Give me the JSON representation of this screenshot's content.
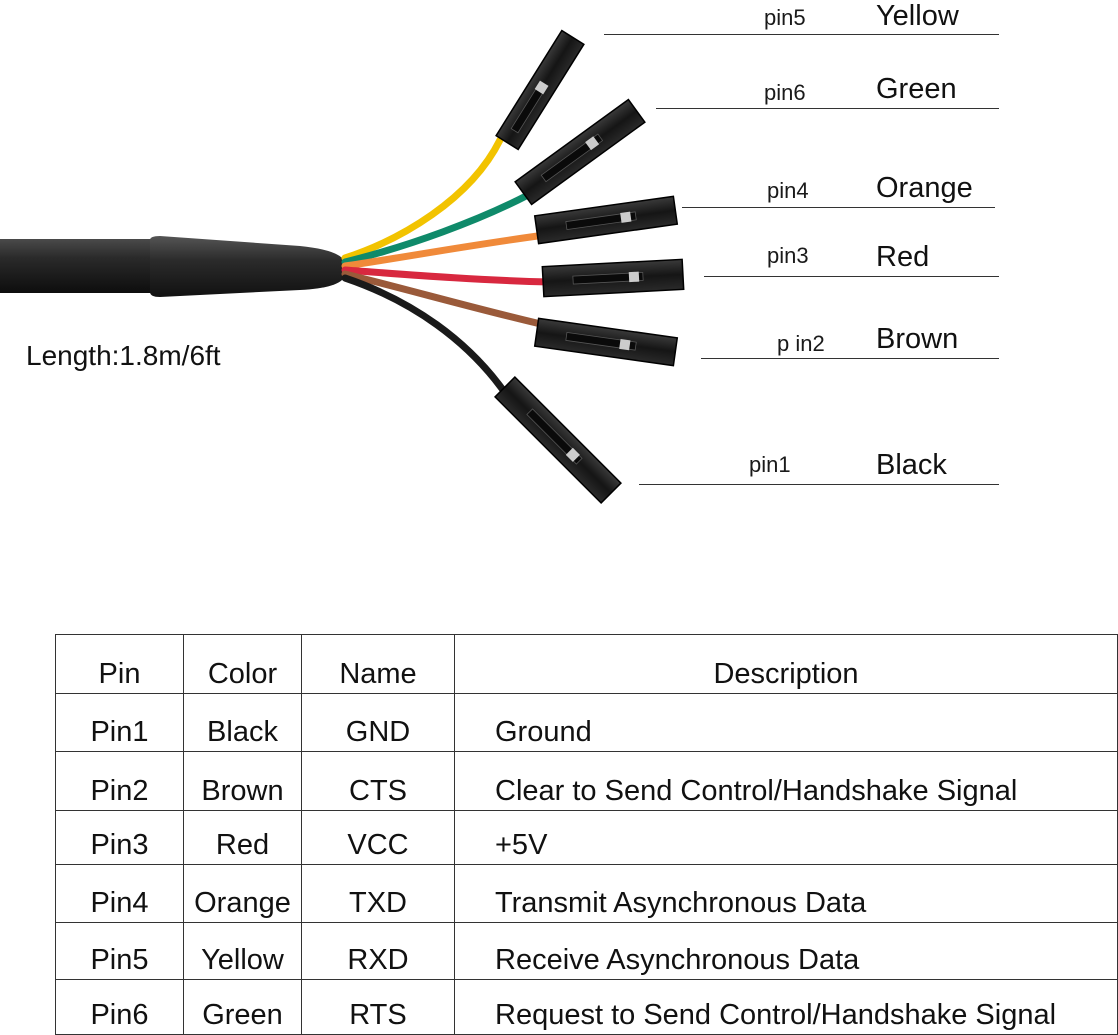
{
  "cable": {
    "length_label": "Length:1.8m/6ft",
    "wire_colors": {
      "yellow": "#f2c300",
      "green": "#0f8a6a",
      "orange": "#f08a3a",
      "red": "#d8283f",
      "brown": "#9a5a3a",
      "black": "#1a1a1a"
    }
  },
  "callouts": [
    {
      "pin": "pin5",
      "color": "Yellow"
    },
    {
      "pin": "pin6",
      "color": "Green"
    },
    {
      "pin": "pin4",
      "color": "Orange"
    },
    {
      "pin": "pin3",
      "color": "Red"
    },
    {
      "pin": "p in2",
      "color": "Brown"
    },
    {
      "pin": "pin1",
      "color": "Black"
    }
  ],
  "table": {
    "headers": [
      "Pin",
      "Color",
      "Name",
      "Description"
    ],
    "rows": [
      [
        "Pin1",
        "Black",
        "GND",
        "Ground"
      ],
      [
        "Pin2",
        "Brown",
        "CTS",
        "Clear to Send Control/Handshake Signal"
      ],
      [
        "Pin3",
        "Red",
        "VCC",
        "+5V"
      ],
      [
        "Pin4",
        "Orange",
        "TXD",
        "Transmit  Asynchronous Data"
      ],
      [
        "Pin5",
        "Yellow",
        "RXD",
        "Receive Asynchronous Data"
      ],
      [
        "Pin6",
        "Green",
        "RTS",
        "Request to Send Control/Handshake Signal"
      ]
    ]
  }
}
